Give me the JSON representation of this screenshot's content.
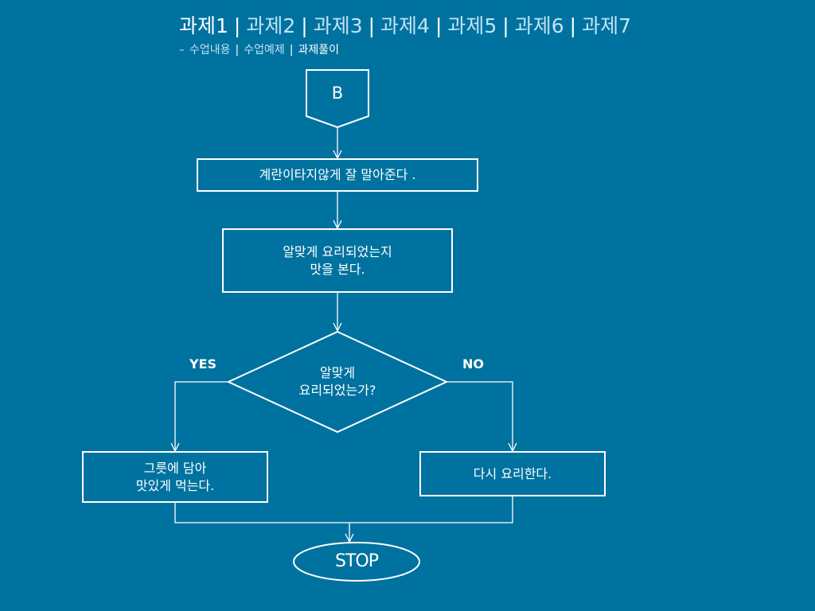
{
  "header": {
    "tabs": [
      {
        "label": "과제1",
        "active": true
      },
      {
        "label": "과제2",
        "active": false
      },
      {
        "label": "과제3",
        "active": false
      },
      {
        "label": "과제4",
        "active": false
      },
      {
        "label": "과제5",
        "active": false
      },
      {
        "label": "과제6",
        "active": false
      },
      {
        "label": "과제7",
        "active": false
      }
    ],
    "separator": "|",
    "subnav": {
      "dash": "–",
      "items": [
        {
          "label": "수업내용",
          "active": false
        },
        {
          "label": "수업예제",
          "active": false
        },
        {
          "label": "과제풀이",
          "active": true
        }
      ]
    }
  },
  "flowchart": {
    "start_connector": "B",
    "step_1": "계란이타지않게 잘 말아준다 .",
    "step_2": "알맞게 요리되었는지\n맛을 본다.",
    "decision": "알맞게\n요리되었는가?",
    "yes_label": "YES",
    "no_label": "NO",
    "yes_action": "그릇에 담아\n맛있게 먹는다.",
    "no_action": "다시 요리한다.",
    "end": "STOP"
  },
  "colors": {
    "background": "#00729f",
    "line": "#ffffff",
    "inactive_tab": "#bfe2f6"
  }
}
